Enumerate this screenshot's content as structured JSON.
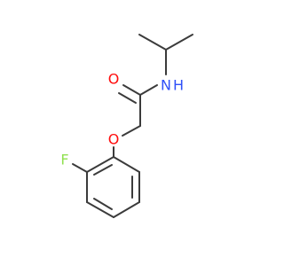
{
  "molecule": {
    "atoms": {
      "oxygen_carbonyl": {
        "symbol": "O",
        "color": "#ff0d0d"
      },
      "nitrogen_amide": {
        "symbol": "N",
        "hydrogen": "H",
        "color": "#3050f8"
      },
      "oxygen_ether": {
        "symbol": "O",
        "color": "#ff0d0d"
      },
      "fluorine": {
        "symbol": "F",
        "color": "#90e050"
      }
    },
    "bond_color": "#3b3b3b"
  }
}
